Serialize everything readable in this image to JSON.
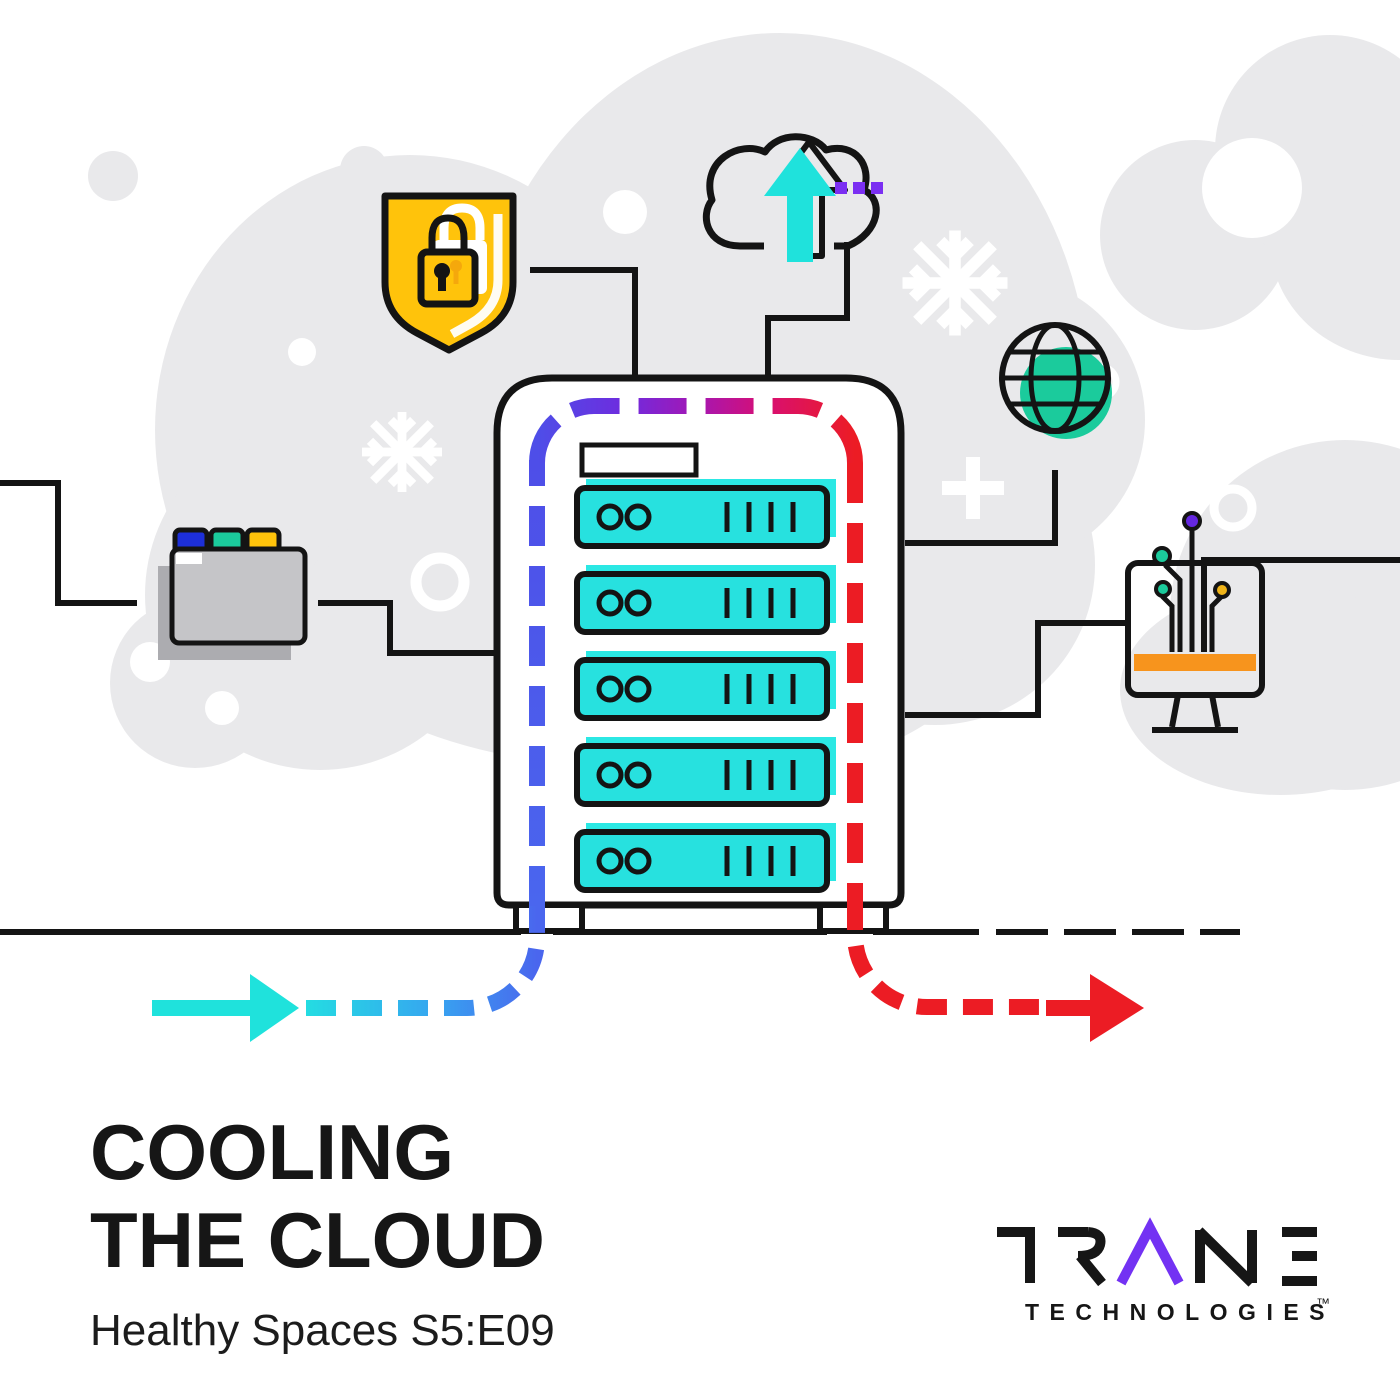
{
  "poster": {
    "title_line1": "COOLING",
    "title_line2": "THE CLOUD",
    "subtitle": "Healthy Spaces S5:E09"
  },
  "brand": {
    "wordmark": "TRANE",
    "subbrand": "TECHNOLOGIES",
    "trademark": "™",
    "accent_color": "#7332F3"
  },
  "palette": {
    "cloud_gray": "#E9E9EB",
    "ink": "#141414",
    "cyan": "#27E1DF",
    "teal": "#1BCB9C",
    "yellow": "#FFC30B",
    "orange": "#F7941D",
    "blue": "#4A66EE",
    "tab_blue": "#1D2FD9",
    "purple": "#7B2FF2",
    "red": "#EC1C24",
    "folder_gray": "#C5C5C8"
  },
  "icons": [
    "shield-lock-icon",
    "cloud-upload-icon",
    "globe-icon",
    "folder-icon",
    "server-rack-icon",
    "monitor-circuit-icon",
    "snowflake-icon",
    "plus-icon"
  ],
  "flow": {
    "cold_inlet_color": "#27E1DF",
    "hot_outlet_color": "#EC1C24"
  }
}
